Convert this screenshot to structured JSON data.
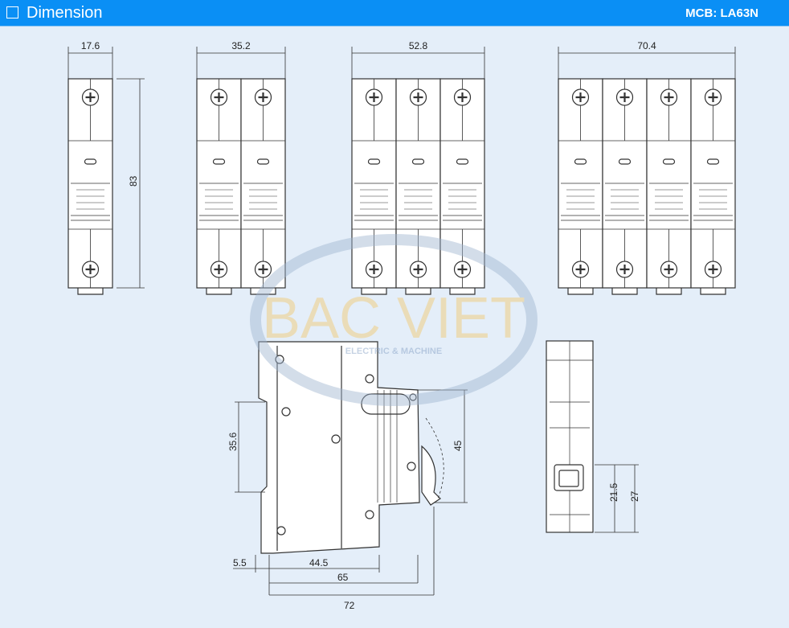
{
  "header": {
    "title": "Dimension",
    "model": "MCB: LA63N"
  },
  "front_views": [
    {
      "poles": 1,
      "width_label": "17.6",
      "height_label": "83"
    },
    {
      "poles": 2,
      "width_label": "35.2"
    },
    {
      "poles": 3,
      "width_label": "52.8"
    },
    {
      "poles": 4,
      "width_label": "70.4"
    }
  ],
  "side_view": {
    "dims": {
      "rail": "35.6",
      "toggle": "45",
      "offset": "5.5",
      "depth1": "44.5",
      "depth2": "65",
      "depth3": "72"
    }
  },
  "end_view": {
    "dims": {
      "inner": "21.5",
      "outer": "27"
    }
  },
  "watermark": {
    "brand": "BAC VIET",
    "tagline": "ELECTRIC & MACHINE"
  },
  "colors": {
    "header": "#0a8ff5",
    "background": "#e4eef9",
    "line": "#333333"
  }
}
